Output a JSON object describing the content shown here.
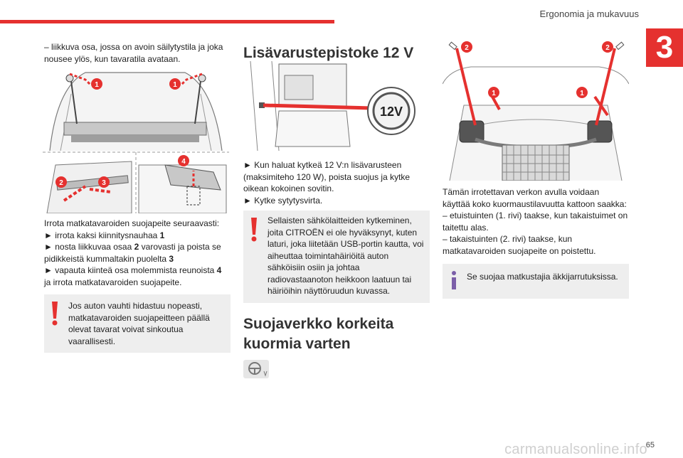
{
  "header": {
    "title": "Ergonomia ja mukavuus",
    "chapter": "3",
    "page_number": "65",
    "watermark": "carmanualsonline.info"
  },
  "col1": {
    "intro": "– liikkuva osa, jossa on avoin säilytystila ja joka nousee ylös, kun tavaratila avataan.",
    "figure_badges": [
      "1",
      "1",
      "2",
      "3",
      "4"
    ],
    "steps_intro": "Irrota matkatavaroiden suojapeite seuraavasti:",
    "step1_text": "irrota kaksi kiinnitysnauhaa ",
    "step1_num": "1",
    "step2_text": "nosta liikkuvaa osaa ",
    "step2_num": "2",
    "step2_tail": " varovasti ja poista se pidikkeistä kummaltakin puolelta ",
    "step2_num2": "3",
    "step3_text": "vapauta kiinteä osa molemmista reunoista ",
    "step3_num": "4",
    "step3_tail": " ja irrota matkatavaroiden suojapeite.",
    "warning": "Jos auton vauhti hidastuu nopeasti, matkatavaroiden suojapeitteen päällä olevat tavarat voivat sinkoutua vaarallisesti."
  },
  "col2": {
    "heading": "Lisävarustepistoke 12 V",
    "socket_label": "12V",
    "text1": "Kun haluat kytkeä 12 V:n lisävarusteen (maksimiteho 120 W), poista suojus ja kytke oikean kokoinen sovitin.",
    "text2": "Kytke sytytysvirta.",
    "warning": "Sellaisten sähkölaitteiden kytkeminen, joita CITROËN ei ole hyväksynyt, kuten laturi, joka liitetään USB-portin kautta, voi aiheuttaa toimintahäiriöitä auton sähköisiin osiin ja johtaa radiovastaanoton heikkoon laatuun tai häiriöihin näyttöruudun kuvassa.",
    "heading2": "Suojaverkko korkeita kuormia varten"
  },
  "col3": {
    "figure_badges": [
      "2",
      "2",
      "1",
      "1"
    ],
    "text_intro": "Tämän irrotettavan verkon avulla voidaan käyttää koko kuormaustilavuutta kattoon saakka:",
    "item1": "– etuistuinten (1. rivi) taakse, kun takaistuimet on taitettu alas.",
    "item2": "– takaistuinten (2. rivi) taakse, kun matkatavaroiden suojapeite on poistettu.",
    "info": "Se suojaa matkustajia äkkijarrutuksissa."
  },
  "colors": {
    "accent": "#e5312f",
    "box": "#eeeeee",
    "info": "#7b5ea8"
  },
  "icons": [
    "warning-exclamation-icon",
    "info-icon",
    "steering-wheel-icon",
    "arrow-bullet-icon"
  ]
}
